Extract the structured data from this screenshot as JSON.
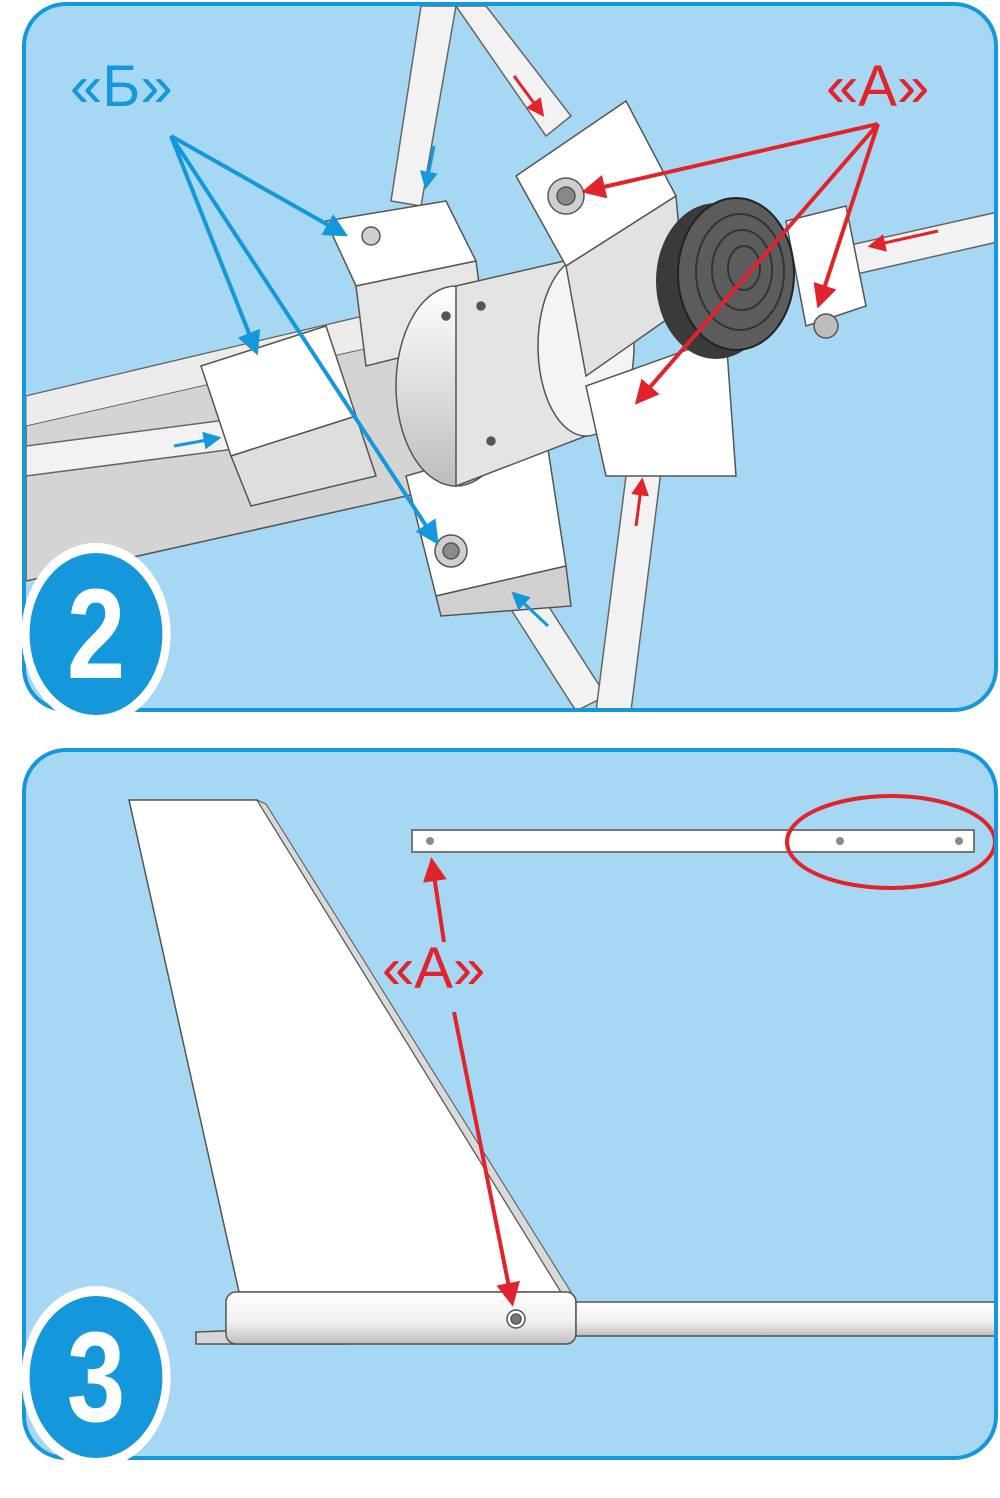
{
  "steps": [
    {
      "number": "2",
      "labels": {
        "blue": "«Б»",
        "red": "«А»"
      }
    },
    {
      "number": "3",
      "labels": {
        "red": "«А»"
      }
    }
  ],
  "colors": {
    "panel_fill": "#a6d8f4",
    "panel_border": "#1597dc",
    "badge_fill": "#1597dc",
    "arrow_blue": "#1597dc",
    "arrow_red": "#e3232b",
    "part_white": "#ffffff",
    "part_grey": "#d6d6d6"
  }
}
